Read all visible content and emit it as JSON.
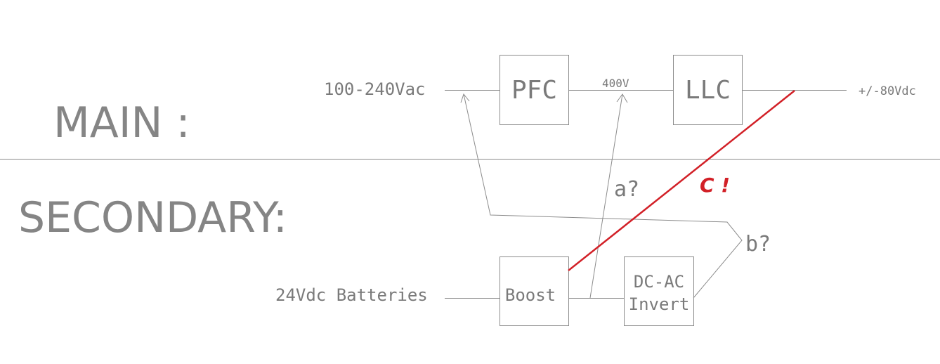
{
  "sections": {
    "main_label": "MAIN :",
    "secondary_label": "SECONDARY:"
  },
  "main_path": {
    "input_label": "100-240Vac",
    "pfc_label": "PFC",
    "bus_label": "400V",
    "llc_label": "LLC",
    "output_label": "+/-80Vdc"
  },
  "secondary_path": {
    "input_label": "24Vdc Batteries",
    "boost_label": "Boost",
    "inverter_label_line1": "DC-AC",
    "inverter_label_line2": "Invert"
  },
  "options": {
    "a_label": "a?",
    "b_label": "b?",
    "c_label": "C !",
    "c_color": "#d22027"
  }
}
